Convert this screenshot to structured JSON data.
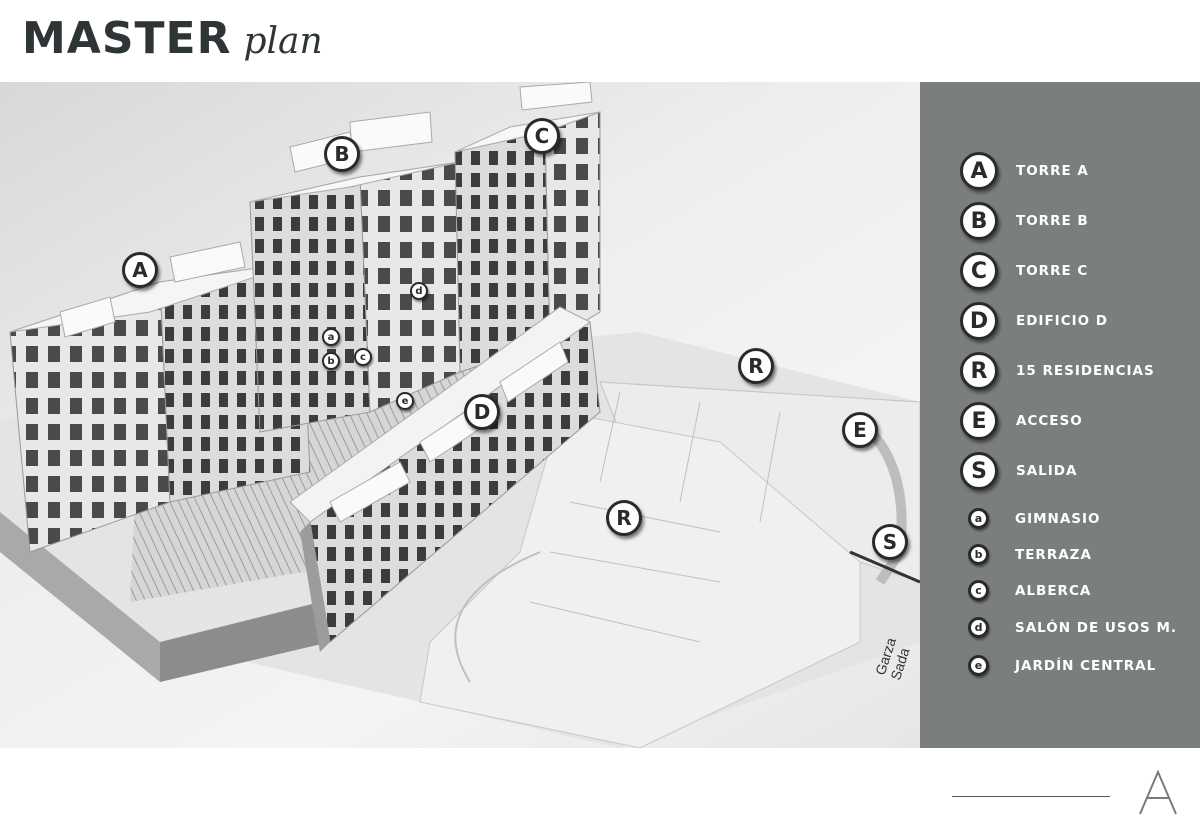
{
  "header": {
    "title": "MASTER",
    "subtitle": "plan"
  },
  "street": "Garza Sada",
  "legend": {
    "items": [
      {
        "code": "A",
        "label": "TORRE A",
        "size": "big"
      },
      {
        "code": "B",
        "label": "TORRE B",
        "size": "big"
      },
      {
        "code": "C",
        "label": "TORRE C",
        "size": "big"
      },
      {
        "code": "D",
        "label": "EDIFICIO D",
        "size": "big"
      },
      {
        "code": "R",
        "label": "15 RESIDENCIAS",
        "size": "big"
      },
      {
        "code": "E",
        "label": "ACCESO",
        "size": "big"
      },
      {
        "code": "S",
        "label": "SALIDA",
        "size": "big"
      },
      {
        "code": "a",
        "label": "GIMNASIO",
        "size": "small"
      },
      {
        "code": "b",
        "label": "TERRAZA",
        "size": "small"
      },
      {
        "code": "c",
        "label": "ALBERCA",
        "size": "small"
      },
      {
        "code": "d",
        "label": "SALÓN DE USOS M.",
        "size": "small"
      },
      {
        "code": "e",
        "label": "JARDÍN CENTRAL",
        "size": "small"
      }
    ]
  },
  "markers": [
    {
      "code": "A"
    },
    {
      "code": "B"
    },
    {
      "code": "C"
    },
    {
      "code": "D"
    },
    {
      "code": "R"
    },
    {
      "code": "R"
    },
    {
      "code": "E"
    },
    {
      "code": "S"
    },
    {
      "code": "a"
    },
    {
      "code": "b"
    },
    {
      "code": "c"
    },
    {
      "code": "d"
    },
    {
      "code": "e"
    }
  ],
  "footer": {
    "logo_letter": "A"
  }
}
